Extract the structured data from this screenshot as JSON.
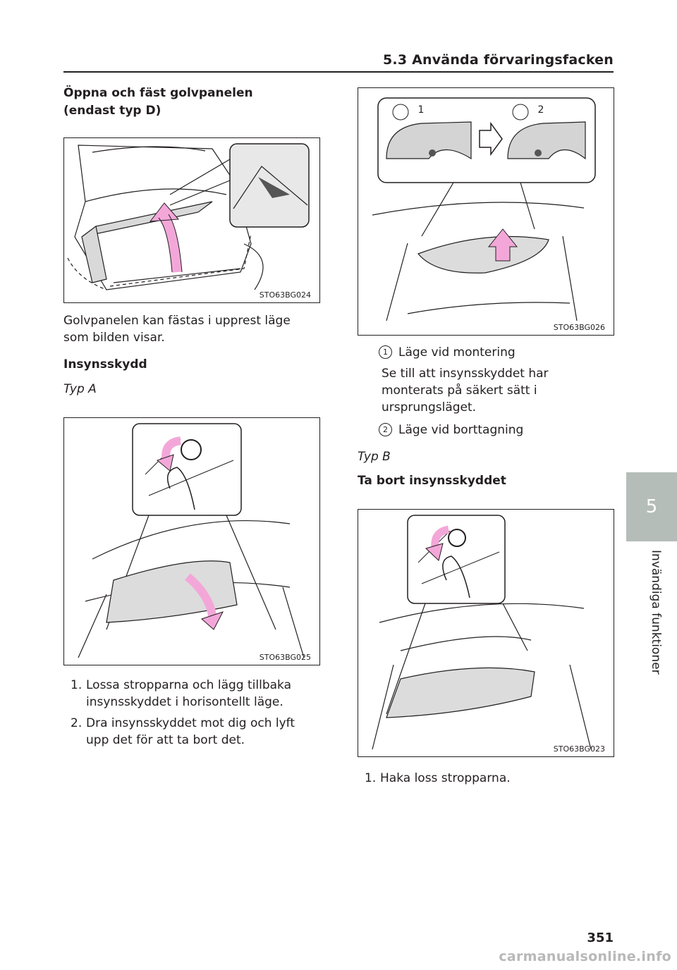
{
  "header": {
    "title": "5.3  Använda förvaringsfacken"
  },
  "side_tab": {
    "number": "5",
    "label": "Invändiga funktioner"
  },
  "page_number": "351",
  "watermark": "carmanualsonline.info",
  "left": {
    "heading1_line1": "Öppna och fäst golvpanelen",
    "heading1_line2": "(endast typ D)",
    "fig1_code": "STO63BG024",
    "para1_line1": "Golvpanelen kan fästas i upprest läge",
    "para1_line2": "som bilden visar.",
    "heading2": "Insynsskydd",
    "type_a": "Typ A",
    "fig2_code": "STO63BG025",
    "steps": [
      {
        "num": "1.",
        "line1": "Lossa stropparna och lägg tillbaka",
        "line2": "insynsskyddet i horisontellt läge."
      },
      {
        "num": "2.",
        "line1": "Dra insynsskyddet mot dig och lyft",
        "line2": "upp det för att ta bort det."
      }
    ]
  },
  "right": {
    "fig3_code": "STO63BG026",
    "fig3_label1": "1",
    "fig3_label2": "2",
    "callout1_num": "1",
    "callout1_text": "Läge vid montering",
    "callout1_desc_line1": "Se till att insynsskyddet har",
    "callout1_desc_line2": "monterats på säkert sätt i",
    "callout1_desc_line3": "ursprungsläget.",
    "callout2_num": "2",
    "callout2_text": "Läge vid borttagning",
    "type_b": "Typ B",
    "heading3": "Ta bort insynsskyddet",
    "fig4_code": "STO63BG023",
    "step1_num": "1.",
    "step1_text": "Haka loss stropparna."
  }
}
